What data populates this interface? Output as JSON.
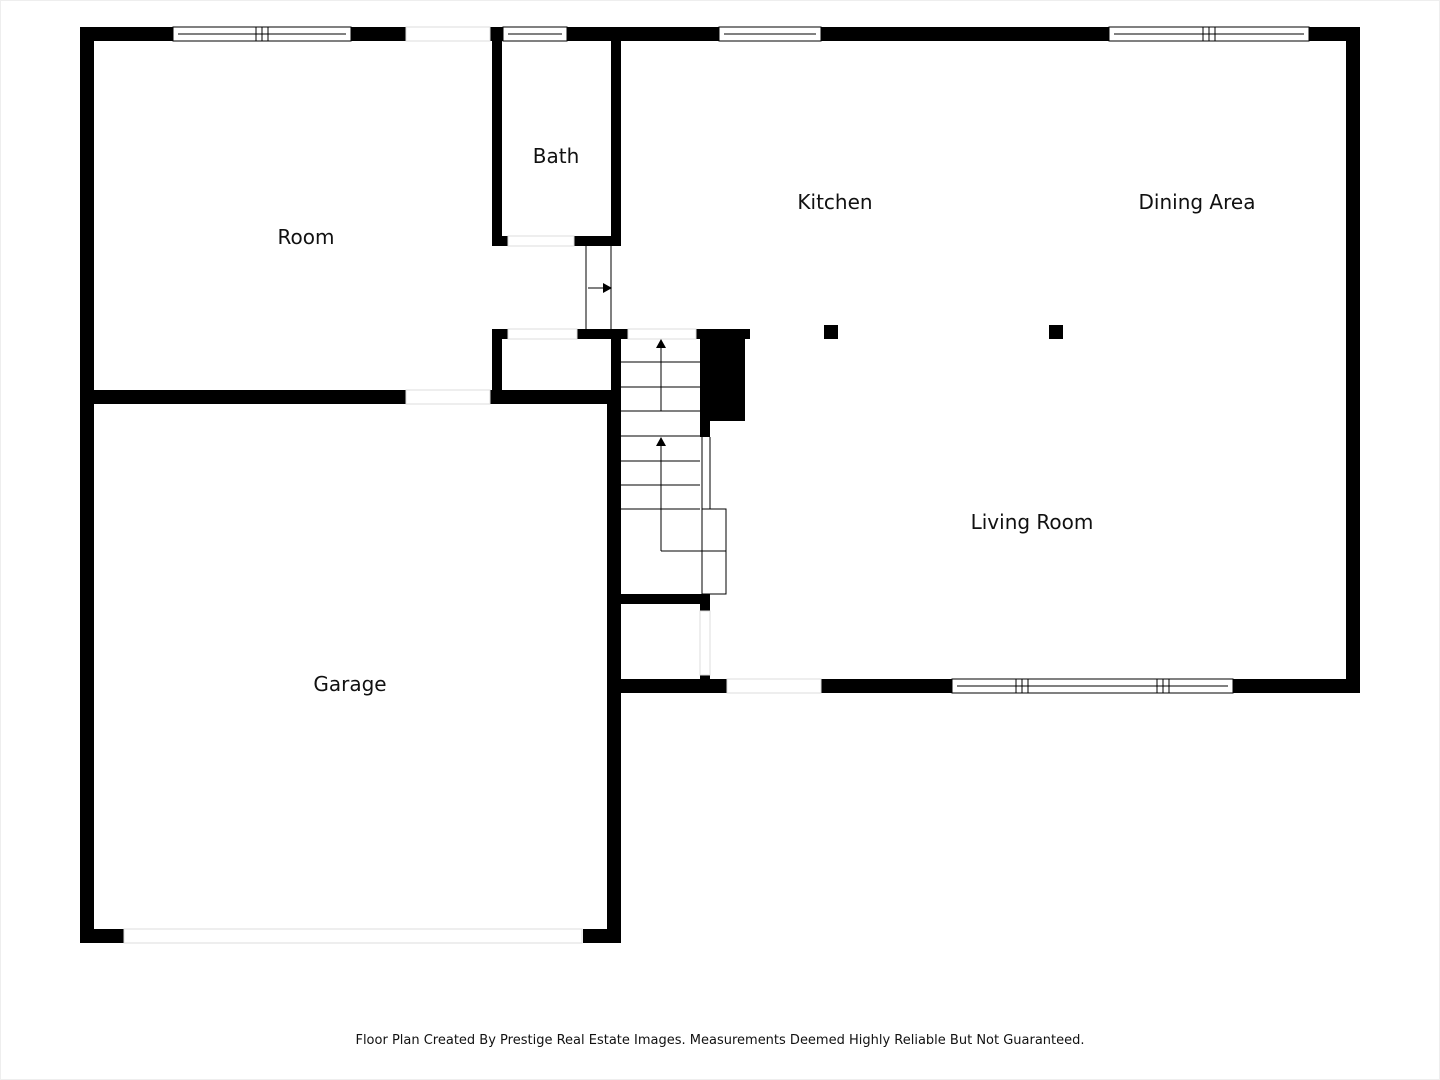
{
  "rooms": {
    "room": "Room",
    "bath": "Bath",
    "kitchen": "Kitchen",
    "dining_area": "Dining Area",
    "living_room": "Living Room",
    "garage": "Garage"
  },
  "footer": "Floor Plan Created By Prestige Real Estate Images. Measurements Deemed Highly Reliable But Not Guaranteed."
}
